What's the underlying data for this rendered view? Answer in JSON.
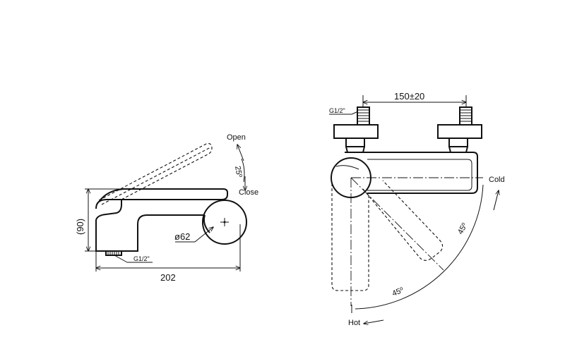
{
  "side_view": {
    "label_open": "Open",
    "label_close": "Close",
    "label_angle": "25º",
    "label_height": "(90)",
    "label_diameter": "ø62",
    "label_thread": "G1/2\"",
    "label_length": "202"
  },
  "top_view": {
    "label_spacing": "150±20",
    "label_thread": "G1/2\"",
    "label_cold": "Cold",
    "label_hot": "Hot",
    "label_angle_cold": "45º",
    "label_angle_hot": "45º"
  }
}
